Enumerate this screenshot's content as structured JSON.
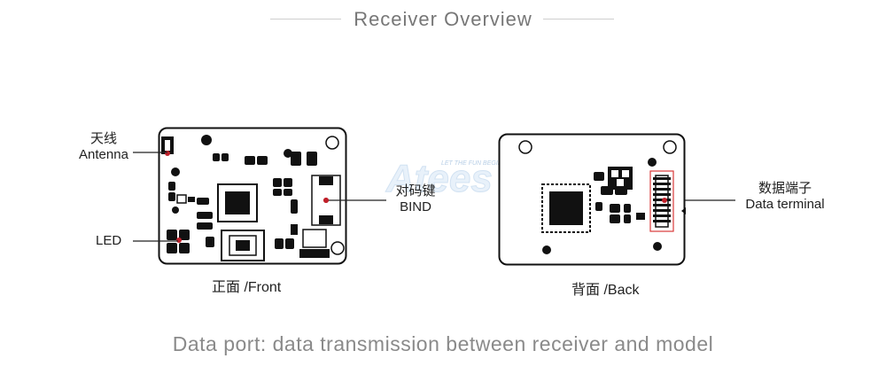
{
  "header": {
    "title": "Receiver Overview"
  },
  "front": {
    "caption": "正面 /Front",
    "antenna": {
      "zh": "天线",
      "en": "Antenna"
    },
    "led": {
      "en": "LED"
    },
    "bind": {
      "zh": "对码键",
      "en": "BIND"
    }
  },
  "back": {
    "caption": "背面 /Back",
    "data_terminal": {
      "zh": "数据端子",
      "en": "Data terminal"
    }
  },
  "watermark": {
    "brand": "Atees",
    "tagline": "LET THE FUN BEGIN"
  },
  "footer": {
    "text": "Data port: data transmission between receiver and model"
  },
  "colors": {
    "marker": "#c0202a",
    "highlight_box": "#d93a3a",
    "line": "#222222"
  }
}
